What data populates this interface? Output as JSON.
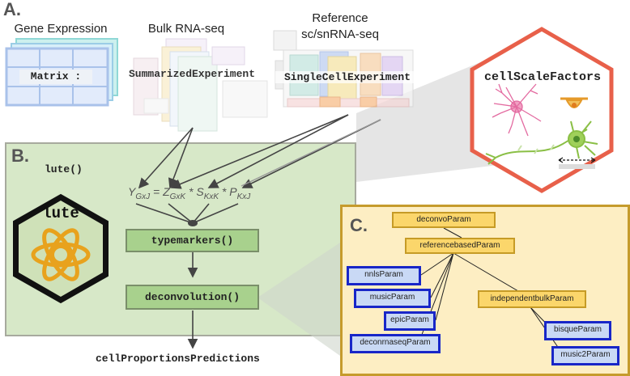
{
  "sections": {
    "a": "A.",
    "b": "B.",
    "c": "C."
  },
  "inputs": {
    "gene_expression": "Gene Expression",
    "bulk": "Bulk RNA-seq",
    "reference_line1": "Reference",
    "reference_line2": "sc/snRNA-seq",
    "matrix": "Matrix :",
    "summarized": "SummarizedExperiment",
    "singlecell": "SingleCellExperiment"
  },
  "hexagon": {
    "title": "cellScaleFactors"
  },
  "panel_b": {
    "function": "lute()",
    "logo_text": "lute",
    "equation": {
      "Y": "Y",
      "Y_sub": "GxJ",
      "Z": "Z",
      "Z_sub": "GxK",
      "S": "S",
      "S_sub": "KxK",
      "P": "P",
      "P_sub": "KxJ"
    },
    "typemarkers": "typemarkers()",
    "deconvolution": "deconvolution()",
    "output": "cellProportionsPredictions"
  },
  "panel_c": {
    "classes": {
      "deconvoParam": "deconvoParam",
      "referencebasedParam": "referencebasedParam",
      "independentbulkParam": "independentbulkParam",
      "nnlsParam": "nnlsParam",
      "musicParam": "musicParam",
      "epicParam": "epicParam",
      "deconrnaseqParam": "deconrnaseqParam",
      "bisqueParam": "bisqueParam",
      "music2Param": "music2Param"
    }
  },
  "colors": {
    "hex_border": "#e8604a",
    "panel_b_bg": "#d7e8c8",
    "panel_c_bg": "#fdeec3",
    "green_box": "#a8d18d",
    "yellow_box": "#fbd66b",
    "blue_box": "#c9d9f5",
    "blue_border": "#1826c8",
    "logo_gold": "#e8a21d"
  }
}
